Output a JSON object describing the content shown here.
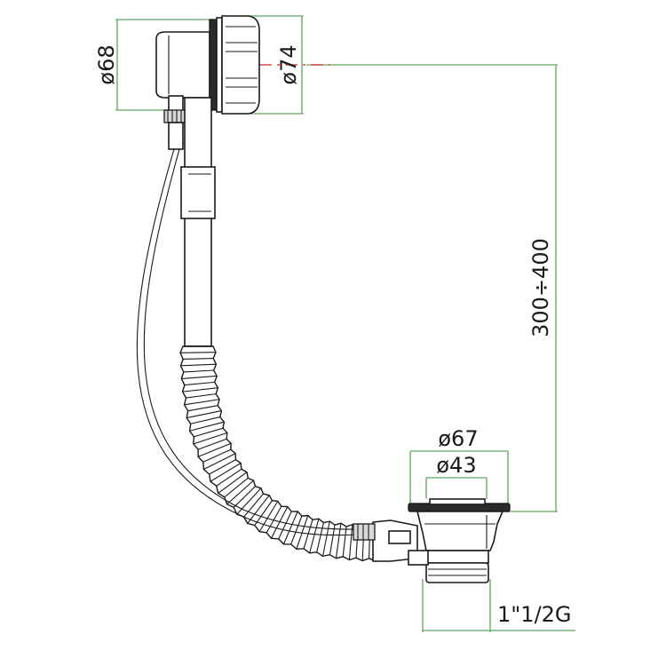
{
  "dimensions": {
    "overflow_body_diameter": "ø68",
    "overflow_cap_diameter": "ø74",
    "height_range": "300÷400",
    "waste_flange_diameter": "ø67",
    "waste_plug_diameter": "ø43",
    "outlet_thread": "1\"1/2G"
  },
  "colors": {
    "dimension_lines": "#7ab57a",
    "center_line": "#d84a4a",
    "outline": "#1a1a1a"
  }
}
